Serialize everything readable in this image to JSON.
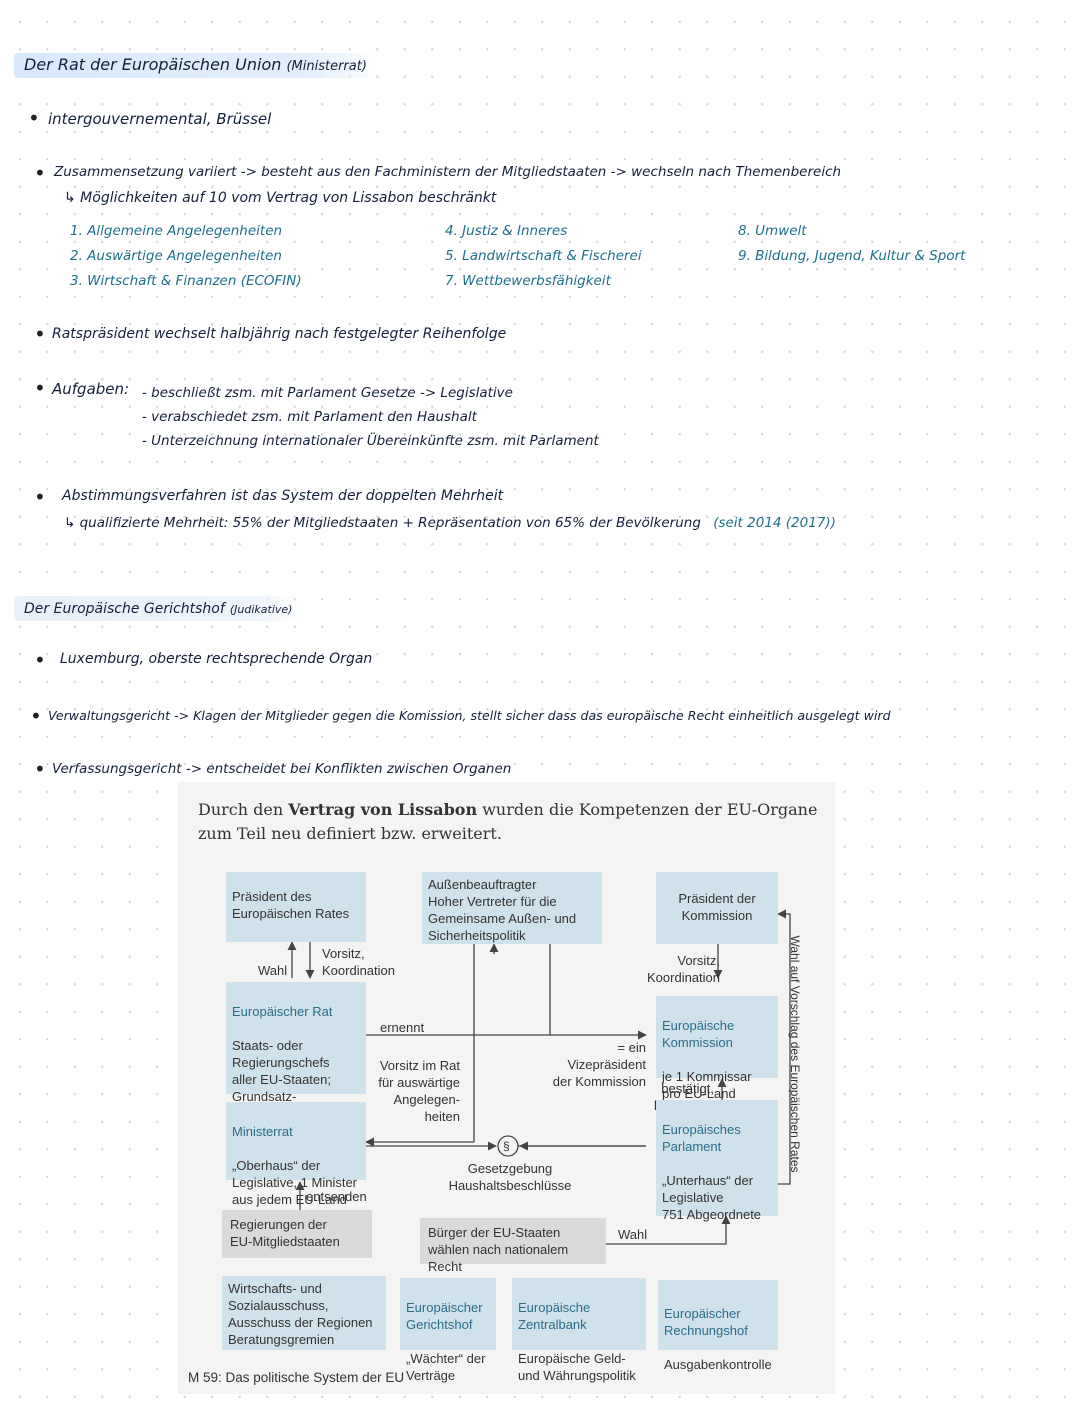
{
  "rat": {
    "heading": "Der Rat der Europäischen Union",
    "heading_note": "(Ministerrat)",
    "b1": "intergouvernemental, Brüssel",
    "b2_line1": "Zusammensetzung variiert -> besteht aus den Fachministern der Mitgliedstaaten -> wechseln nach Themenbereich",
    "b2_line2": "↳ Möglichkeiten auf 10 vom Vertrag von Lissabon beschränkt",
    "col1": [
      "1. Allgemeine Angelegenheiten",
      "2. Auswärtige Angelegenheiten",
      "3. Wirtschaft & Finanzen (ECOFIN)"
    ],
    "col2": [
      "4. Justiz & Inneres",
      "5. Landwirtschaft & Fischerei",
      "7. Wettbewerbsfähigkeit"
    ],
    "col3": [
      "8. Umwelt",
      "9. Bildung, Jugend, Kultur & Sport"
    ],
    "b3": "Ratspräsident wechselt halbjährig nach festgelegter Reihenfolge",
    "b4_label": "Aufgaben:",
    "b4_items": [
      "- beschließt zsm. mit Parlament Gesetze -> Legislative",
      "- verabschiedet zsm. mit Parlament den Haushalt",
      "- Unterzeichnung internationaler Übereinkünfte zsm. mit Parlament"
    ],
    "b5_line1": "Abstimmungsverfahren ist das System der doppelten Mehrheit",
    "b5_line2": "↳ qualifizierte Mehrheit: 55% der Mitgliedstaaten + Repräsentation von 65% der Bevölkerung",
    "b5_note": "(seit 2014 (2017))"
  },
  "gh": {
    "heading": "Der Europäische Gerichtshof",
    "heading_note": "(Judikative)",
    "b1": "Luxemburg, oberste rechtsprechende Organ",
    "b2": "Verwaltungsgericht -> Klagen der Mitglieder gegen die Komission, stellt sicher dass das europäische Recht einheitlich ausgelegt wird",
    "b3": "Verfassungsgericht -> entscheidet bei Konflikten zwischen Organen"
  },
  "textbook": {
    "intro_pre": "Durch den ",
    "intro_bold": "Vertrag von Lissabon",
    "intro_post": " wurden die Kompetenzen der EU-Organe zum Teil neu definiert bzw. erweitert.",
    "caption": "M 59: Das politische System der EU",
    "vertical_label": "Wahl auf Vorschlag des Europäischen Rates",
    "boxes": {
      "praesident_rat": "Präsident des\nEuropäischen Rates",
      "aussenbeauftragter": "Außenbeauftragter\nHoher Vertreter für die\nGemeinsame Außen- und\nSicherheitspolitik",
      "praesident_kommission": "Präsident der\nKommission",
      "europaeischer_rat_title": "Europäischer Rat",
      "europaeischer_rat_body": "Staats- oder\nRegierungschefs\naller EU-Staaten;\nGrundsatz-\nentscheidungen",
      "kommission_title": "Europäische\nKommission",
      "kommission_body": "je 1 Kommissar\npro EU-Land",
      "ministerrat_title": "Ministerrat",
      "ministerrat_body": "„Oberhaus“ der\nLegislative, 1 Minister\naus jedem EU-Land",
      "parlament_title": "Europäisches\nParlament",
      "parlament_body": "„Unterhaus“ der\nLegislative\n751 Abgeordnete",
      "regierungen": "Regierungen der\nEU-Mitgliedstaaten",
      "buerger": "Bürger der EU-Staaten\nwählen nach nationalem Recht",
      "wirtschaft": "Wirtschafts- und\nSozialausschuss,\nAusschuss der Regionen\nBeratungsgremien",
      "gerichtshof_title": "Europäischer\nGerichtshof",
      "gerichtshof_body": "„Wächter“ der\nVerträge",
      "zentralbank_title": "Europäische\nZentralbank",
      "zentralbank_body": "Europäische Geld-\nund Währungspolitik",
      "rechnungshof_title": "Europäischer\nRechnungshof",
      "rechnungshof_body": "Ausgabenkontrolle"
    },
    "labels": {
      "wahl_left": "Wahl",
      "vorsitz_left": "Vorsitz,\nKoordination",
      "vorsitz_right": "Vorsitz,\nKoordination",
      "ernennt": "ernennt",
      "vizepraesident": "= ein Vizepräsident\nder Kommission",
      "vorsitz_im_rat": "Vorsitz im Rat\nfür auswärtige\nAngelegen-\nheiten",
      "bestaetigt": "bestätigt,\nkontrolliert",
      "paragraph": "§",
      "gesetzgebung": "Gesetzgebung\nHaushaltsbeschlüsse",
      "entsenden": "entsenden",
      "wahl_bottom": "Wahl"
    }
  },
  "colors": {
    "heading_bg": "#d8e8fb",
    "diagram_box": "#cfe1ea",
    "diagram_grey": "#dadada",
    "accent_text": "#2a6e8c",
    "ink": "#15203a"
  }
}
